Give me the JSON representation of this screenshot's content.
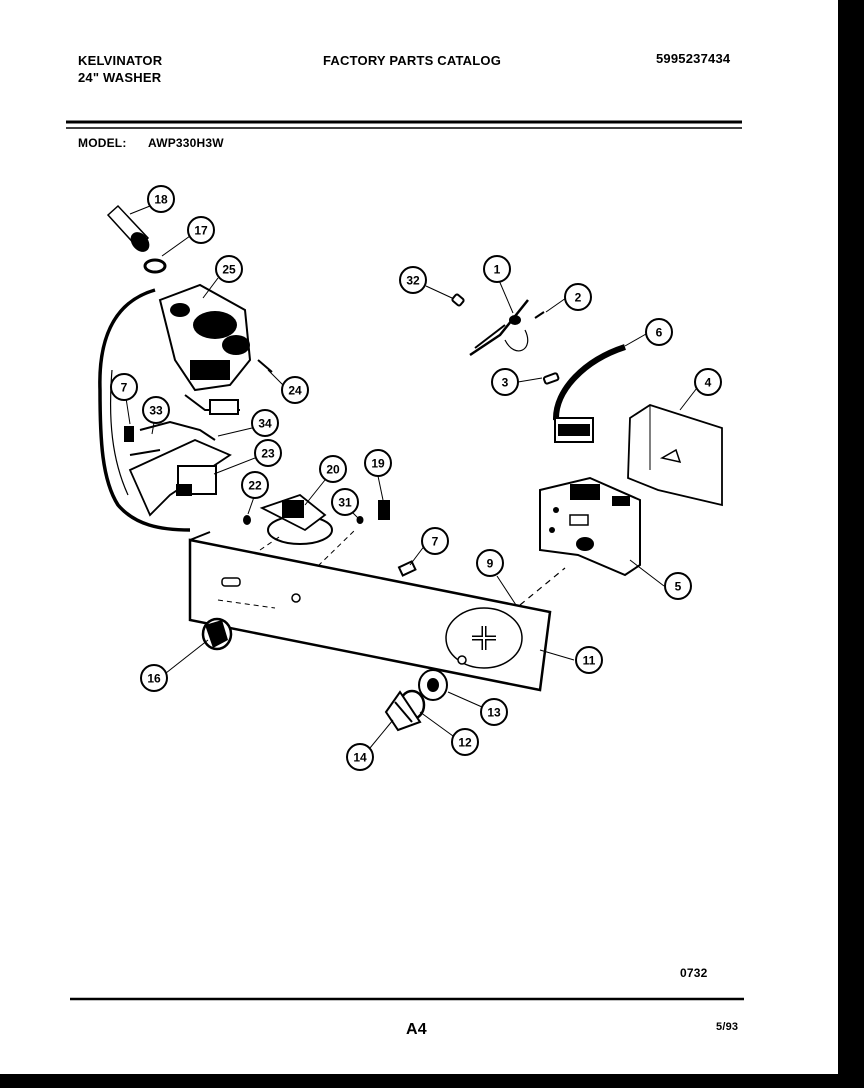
{
  "header": {
    "brand": "KELVINATOR",
    "product": "24\" WASHER",
    "catalog_title": "FACTORY PARTS CATALOG",
    "catalog_number": "5995237434",
    "model_label": "MODEL:",
    "model_number": "AWP330H3W"
  },
  "diagram": {
    "callouts": [
      "18",
      "17",
      "25",
      "24",
      "7",
      "33",
      "34",
      "23",
      "22",
      "20",
      "19",
      "31",
      "7",
      "32",
      "1",
      "2",
      "3",
      "6",
      "4",
      "5",
      "9",
      "11",
      "16",
      "13",
      "12",
      "14"
    ]
  },
  "footer": {
    "drawing_code": "0732",
    "page_number": "A4",
    "date": "5/93"
  }
}
